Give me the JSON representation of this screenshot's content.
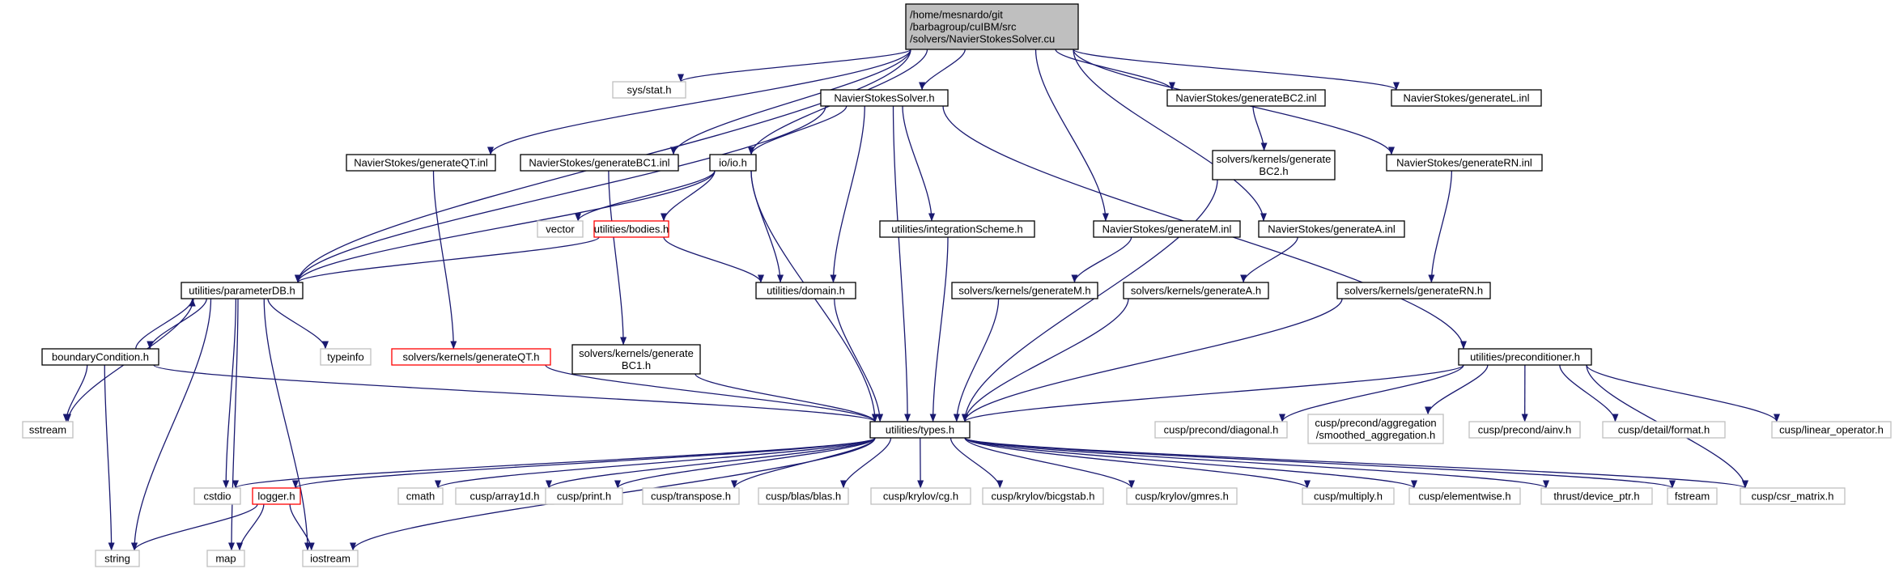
{
  "colors": {
    "edge": "#191970",
    "box_border": "#000000",
    "box_border_external": "#bfbfbf",
    "box_border_truncated": "#ff0000",
    "root_fill": "#bfbfbf",
    "text": "#000000"
  },
  "graph": {
    "nodes": [
      {
        "id": "root",
        "lines": [
          "/home/mesnardo/git",
          "/barbagroup/cuIBM/src",
          "/solvers/NavierStokesSolver.cu"
        ],
        "style": "root"
      },
      {
        "id": "sysstat",
        "lines": [
          "sys/stat.h"
        ],
        "style": "external"
      },
      {
        "id": "nss_h",
        "lines": [
          "NavierStokesSolver.h"
        ],
        "style": "normal"
      },
      {
        "id": "genbc2",
        "lines": [
          "NavierStokes/generateBC2.inl"
        ],
        "style": "normal"
      },
      {
        "id": "genL",
        "lines": [
          "NavierStokes/generateL.inl"
        ],
        "style": "normal"
      },
      {
        "id": "genQT",
        "lines": [
          "NavierStokes/generateQT.inl"
        ],
        "style": "normal"
      },
      {
        "id": "genbc1",
        "lines": [
          "NavierStokes/generateBC1.inl"
        ],
        "style": "normal"
      },
      {
        "id": "io",
        "lines": [
          "io/io.h"
        ],
        "style": "normal"
      },
      {
        "id": "skbc2",
        "lines": [
          "solvers/kernels/generate",
          "BC2.h"
        ],
        "style": "normal"
      },
      {
        "id": "genRN",
        "lines": [
          "NavierStokes/generateRN.inl"
        ],
        "style": "normal"
      },
      {
        "id": "vector",
        "lines": [
          "vector"
        ],
        "style": "external"
      },
      {
        "id": "bodies",
        "lines": [
          "utilities/bodies.h"
        ],
        "style": "truncated"
      },
      {
        "id": "intscheme",
        "lines": [
          "utilities/integrationScheme.h"
        ],
        "style": "normal"
      },
      {
        "id": "genM",
        "lines": [
          "NavierStokes/generateM.inl"
        ],
        "style": "normal"
      },
      {
        "id": "genA",
        "lines": [
          "NavierStokes/generateA.inl"
        ],
        "style": "normal"
      },
      {
        "id": "paramdb",
        "lines": [
          "utilities/parameterDB.h"
        ],
        "style": "normal"
      },
      {
        "id": "domain",
        "lines": [
          "utilities/domain.h"
        ],
        "style": "normal"
      },
      {
        "id": "skM",
        "lines": [
          "solvers/kernels/generateM.h"
        ],
        "style": "normal"
      },
      {
        "id": "skA",
        "lines": [
          "solvers/kernels/generateA.h"
        ],
        "style": "normal"
      },
      {
        "id": "skRN",
        "lines": [
          "solvers/kernels/generateRN.h"
        ],
        "style": "normal"
      },
      {
        "id": "typeinfo",
        "lines": [
          "typeinfo"
        ],
        "style": "external"
      },
      {
        "id": "skQT",
        "lines": [
          "solvers/kernels/generateQT.h"
        ],
        "style": "truncated"
      },
      {
        "id": "skbc1",
        "lines": [
          "solvers/kernels/generate",
          "BC1.h"
        ],
        "style": "normal"
      },
      {
        "id": "bc",
        "lines": [
          "boundaryCondition.h"
        ],
        "style": "normal"
      },
      {
        "id": "precond",
        "lines": [
          "utilities/preconditioner.h"
        ],
        "style": "normal"
      },
      {
        "id": "sstream",
        "lines": [
          "sstream"
        ],
        "style": "external"
      },
      {
        "id": "types",
        "lines": [
          "utilities/types.h"
        ],
        "style": "normal"
      },
      {
        "id": "diag",
        "lines": [
          "cusp/precond/diagonal.h"
        ],
        "style": "external"
      },
      {
        "id": "smoothed",
        "lines": [
          "cusp/precond/aggregation",
          "/smoothed_aggregation.h"
        ],
        "style": "external"
      },
      {
        "id": "ainv",
        "lines": [
          "cusp/precond/ainv.h"
        ],
        "style": "external"
      },
      {
        "id": "format",
        "lines": [
          "cusp/detail/format.h"
        ],
        "style": "external"
      },
      {
        "id": "linop",
        "lines": [
          "cusp/linear_operator.h"
        ],
        "style": "external"
      },
      {
        "id": "cstdio",
        "lines": [
          "cstdio"
        ],
        "style": "external"
      },
      {
        "id": "logger",
        "lines": [
          "logger.h"
        ],
        "style": "truncated"
      },
      {
        "id": "cmath",
        "lines": [
          "cmath"
        ],
        "style": "external"
      },
      {
        "id": "array1d",
        "lines": [
          "cusp/array1d.h"
        ],
        "style": "external"
      },
      {
        "id": "print",
        "lines": [
          "cusp/print.h"
        ],
        "style": "external"
      },
      {
        "id": "transpose",
        "lines": [
          "cusp/transpose.h"
        ],
        "style": "external"
      },
      {
        "id": "blas",
        "lines": [
          "cusp/blas/blas.h"
        ],
        "style": "external"
      },
      {
        "id": "cg",
        "lines": [
          "cusp/krylov/cg.h"
        ],
        "style": "external"
      },
      {
        "id": "bicgstab",
        "lines": [
          "cusp/krylov/bicgstab.h"
        ],
        "style": "external"
      },
      {
        "id": "gmres",
        "lines": [
          "cusp/krylov/gmres.h"
        ],
        "style": "external"
      },
      {
        "id": "multiply",
        "lines": [
          "cusp/multiply.h"
        ],
        "style": "external"
      },
      {
        "id": "elementwise",
        "lines": [
          "cusp/elementwise.h"
        ],
        "style": "external"
      },
      {
        "id": "devptr",
        "lines": [
          "thrust/device_ptr.h"
        ],
        "style": "external"
      },
      {
        "id": "fstream",
        "lines": [
          "fstream"
        ],
        "style": "external"
      },
      {
        "id": "csr",
        "lines": [
          "cusp/csr_matrix.h"
        ],
        "style": "external"
      },
      {
        "id": "string",
        "lines": [
          "string"
        ],
        "style": "external"
      },
      {
        "id": "map",
        "lines": [
          "map"
        ],
        "style": "external"
      },
      {
        "id": "iostream",
        "lines": [
          "iostream"
        ],
        "style": "external"
      }
    ],
    "edges": [
      [
        "root",
        "sysstat"
      ],
      [
        "root",
        "nss_h"
      ],
      [
        "root",
        "genbc2"
      ],
      [
        "root",
        "genL"
      ],
      [
        "root",
        "genQT"
      ],
      [
        "root",
        "genbc1"
      ],
      [
        "root",
        "io"
      ],
      [
        "root",
        "paramdb"
      ],
      [
        "root",
        "genM"
      ],
      [
        "root",
        "genA"
      ],
      [
        "root",
        "genRN"
      ],
      [
        "nss_h",
        "io"
      ],
      [
        "nss_h",
        "intscheme"
      ],
      [
        "nss_h",
        "paramdb"
      ],
      [
        "nss_h",
        "domain"
      ],
      [
        "nss_h",
        "precond"
      ],
      [
        "nss_h",
        "types"
      ],
      [
        "genQT",
        "skQT"
      ],
      [
        "genbc1",
        "skbc1"
      ],
      [
        "genbc2",
        "skbc2"
      ],
      [
        "genRN",
        "skRN"
      ],
      [
        "genM",
        "skM"
      ],
      [
        "genA",
        "skA"
      ],
      [
        "io",
        "vector"
      ],
      [
        "io",
        "bodies"
      ],
      [
        "io",
        "paramdb"
      ],
      [
        "io",
        "domain"
      ],
      [
        "io",
        "types"
      ],
      [
        "bodies",
        "paramdb"
      ],
      [
        "bodies",
        "domain"
      ],
      [
        "paramdb",
        "typeinfo"
      ],
      [
        "paramdb",
        "bc"
      ],
      [
        "paramdb",
        "sstream"
      ],
      [
        "paramdb",
        "string"
      ],
      [
        "paramdb",
        "cstdio"
      ],
      [
        "paramdb",
        "map"
      ],
      [
        "paramdb",
        "iostream"
      ],
      [
        "bc",
        "paramdb"
      ],
      [
        "bc",
        "sstream"
      ],
      [
        "bc",
        "string"
      ],
      [
        "bc",
        "types"
      ],
      [
        "intscheme",
        "types"
      ],
      [
        "domain",
        "types"
      ],
      [
        "skM",
        "types"
      ],
      [
        "skA",
        "types"
      ],
      [
        "skRN",
        "types"
      ],
      [
        "skQT",
        "types"
      ],
      [
        "skbc1",
        "types"
      ],
      [
        "skbc2",
        "types"
      ],
      [
        "precond",
        "types"
      ],
      [
        "precond",
        "diag"
      ],
      [
        "precond",
        "smoothed"
      ],
      [
        "precond",
        "ainv"
      ],
      [
        "precond",
        "format"
      ],
      [
        "precond",
        "linop"
      ],
      [
        "precond",
        "csr"
      ],
      [
        "types",
        "cstdio"
      ],
      [
        "types",
        "logger"
      ],
      [
        "types",
        "cmath"
      ],
      [
        "types",
        "array1d"
      ],
      [
        "types",
        "print"
      ],
      [
        "types",
        "transpose"
      ],
      [
        "types",
        "blas"
      ],
      [
        "types",
        "cg"
      ],
      [
        "types",
        "bicgstab"
      ],
      [
        "types",
        "gmres"
      ],
      [
        "types",
        "multiply"
      ],
      [
        "types",
        "elementwise"
      ],
      [
        "types",
        "devptr"
      ],
      [
        "types",
        "fstream"
      ],
      [
        "types",
        "csr"
      ],
      [
        "types",
        "iostream"
      ],
      [
        "logger",
        "string"
      ],
      [
        "logger",
        "map"
      ],
      [
        "logger",
        "iostream"
      ]
    ]
  }
}
